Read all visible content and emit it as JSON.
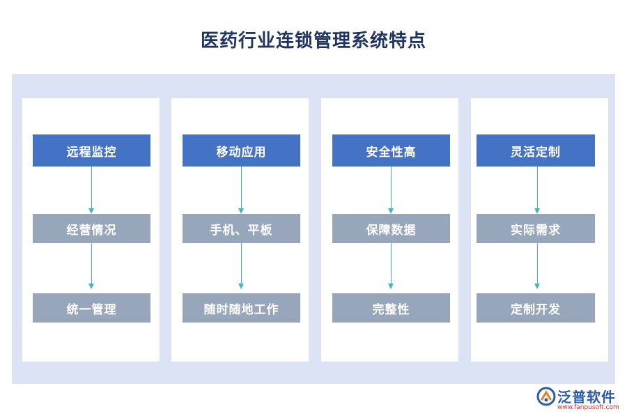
{
  "title": "医药行业连锁管理系统特点",
  "columns": [
    {
      "head": "远程监控",
      "mid": "经营情况",
      "bottom": "统一管理"
    },
    {
      "head": "移动应用",
      "mid": "手机、平板",
      "bottom": "随时随地工作"
    },
    {
      "head": "安全性高",
      "mid": "保障数据",
      "bottom": "完整性"
    },
    {
      "head": "灵活定制",
      "mid": "实际需求",
      "bottom": "定制开发"
    }
  ],
  "logo": {
    "name": "泛普软件",
    "url": "www.fanpusoft.com"
  },
  "colors": {
    "title": "#1f3560",
    "panel": "#dbe3f4",
    "head_box": "#4472c4",
    "sub_box": "#97a6bb",
    "arrow": "#3fb8b8"
  }
}
